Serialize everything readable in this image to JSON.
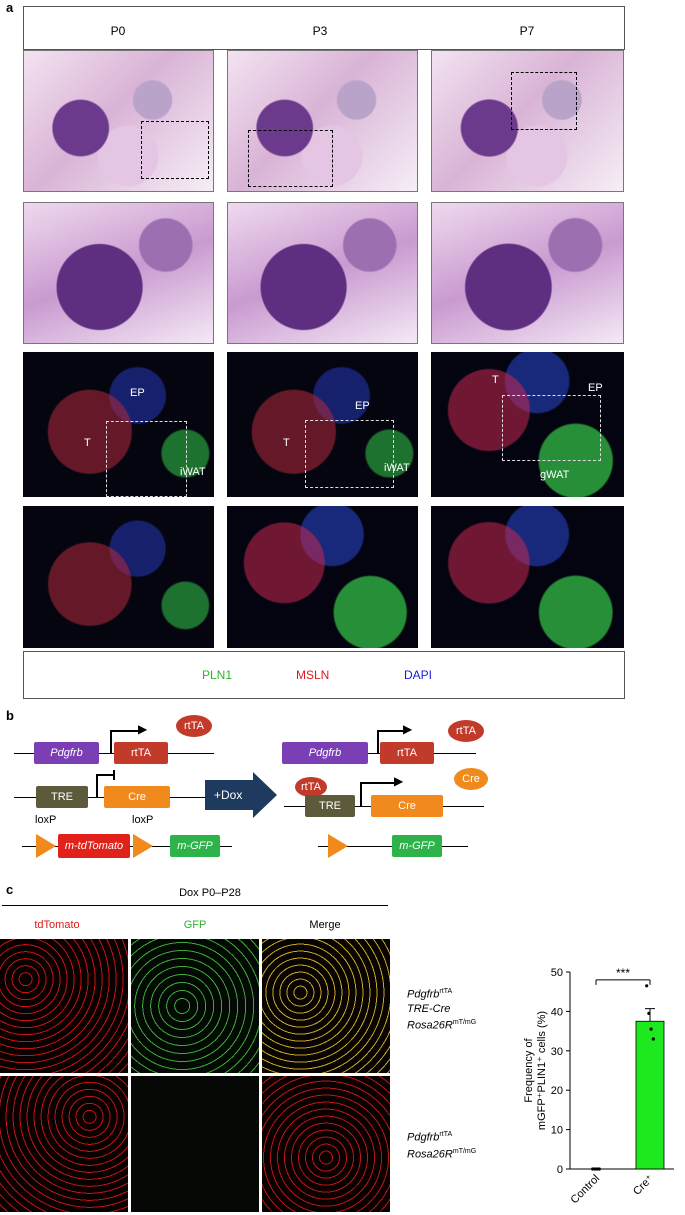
{
  "panel_a": {
    "label": "a",
    "columns": [
      "P0",
      "P3",
      "P7"
    ],
    "if_labels": {
      "p0": [
        "EP",
        "T",
        "iWAT"
      ],
      "p3": [
        "EP",
        "T",
        "iWAT"
      ],
      "p7": [
        "T",
        "EP",
        "gWAT"
      ]
    },
    "legend": [
      {
        "text": "PLN1",
        "color": "#2bb52b"
      },
      {
        "text": "MSLN",
        "color": "#e01a1a"
      },
      {
        "text": "DAPI",
        "color": "#1a1ae0"
      }
    ]
  },
  "panel_b": {
    "label": "b",
    "pdgfrb": "Pdgfrb",
    "rtta": "rtTA",
    "tre": "TRE",
    "cre": "Cre",
    "dox": "+Dox",
    "loxp": "loxP",
    "tdtomato": "m-tdTomato",
    "mgfp": "m-GFP",
    "colors": {
      "pdgfrb": "#7b3fb5",
      "rtta": "#c23a2a",
      "tre": "#5c5a3a",
      "cre": "#f08a1c",
      "mgfp": "#2db34a",
      "tdtomato": "#e0221a",
      "lox": "#f08a1c",
      "dox_arrow": "#1f3a5f"
    }
  },
  "panel_c": {
    "label": "c",
    "dox_title": "Dox P0–P28",
    "channels": [
      {
        "text": "tdTomato",
        "color": "#e01a1a"
      },
      {
        "text": "GFP",
        "color": "#2bb52b"
      },
      {
        "text": "Merge",
        "color": "#000000"
      }
    ],
    "genotypes": {
      "row1": {
        "line1": "Pdgfrb",
        "sup1": "rtTA",
        "line2": "TRE-Cre",
        "line3": "Rosa26R",
        "sup3": "mT/mG"
      },
      "row2": {
        "line1": "Pdgfrb",
        "sup1": "rtTA",
        "line2": "Rosa26R",
        "sup2": "mT/mG"
      }
    }
  },
  "chart_data": {
    "type": "bar",
    "categories": [
      "Control",
      "Cre⁺"
    ],
    "values": [
      0,
      37.5
    ],
    "errors": [
      0,
      3.2
    ],
    "points": [
      [
        0,
        0,
        0,
        0
      ],
      [
        46.5,
        39.5,
        35.5,
        33
      ]
    ],
    "ylabel_line1": "Frequency of",
    "ylabel_line2": "mGFP⁺PLIN1⁺ cells (%)",
    "ylim": [
      0,
      50
    ],
    "yticks": [
      "0",
      "10",
      "20",
      "30",
      "40",
      "50"
    ],
    "significance": "***",
    "bar_color": "#1ee81e"
  }
}
